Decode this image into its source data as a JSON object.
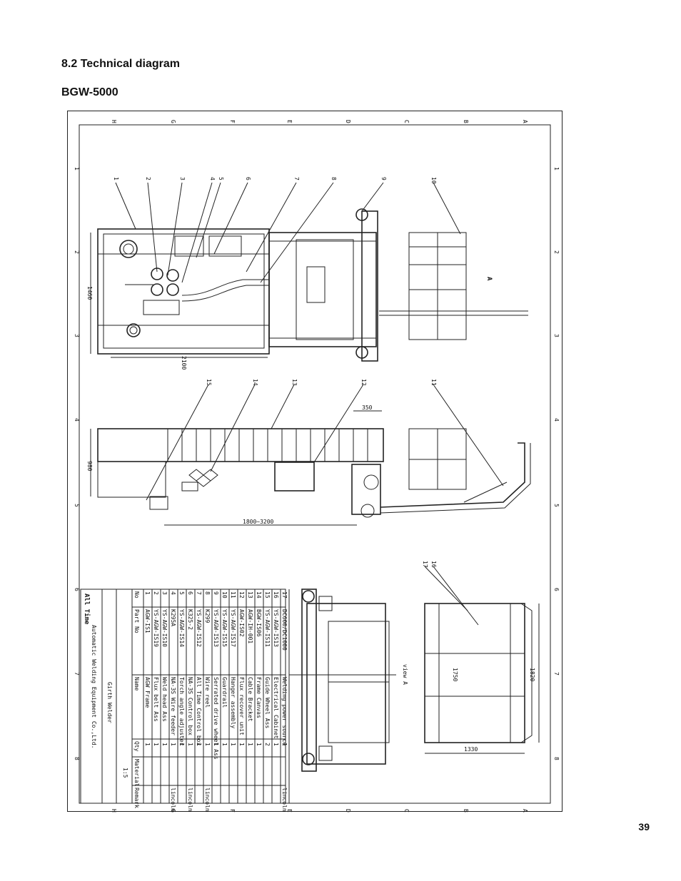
{
  "section_title": "8.2 Technical diagram",
  "model_title": "BGW-5000",
  "page_number": "39",
  "drawing": {
    "grid_letters": [
      "H",
      "G",
      "F",
      "E",
      "D",
      "C",
      "B",
      "A"
    ],
    "grid_numbers": [
      "1",
      "2",
      "3",
      "4",
      "5",
      "6",
      "7",
      "8"
    ],
    "balloons": [
      "1",
      "2",
      "3",
      "4",
      "5",
      "6",
      "7",
      "8",
      "9",
      "10",
      "11",
      "12",
      "13",
      "14",
      "15",
      "16",
      "17"
    ],
    "dimensions": {
      "width_top": "2100",
      "height_top": "1460",
      "width_side": "980",
      "reach": "1800~3200",
      "offset": "350",
      "view_w1": "1750",
      "view_w2": "1820",
      "view_h": "1330"
    },
    "view_label": "A",
    "view_caption": "view A",
    "bom_headers": [
      "No",
      "Part No",
      "Name",
      "Qty",
      "Material",
      "Remark"
    ],
    "bom_rows": [
      {
        "no": "17",
        "part": "DC600/DC1000",
        "name": "Welding power source",
        "qty": "1",
        "remark": "lincoln"
      },
      {
        "no": "16",
        "part": "YS-AGW-IS13",
        "name": "Electrical Cabinet",
        "qty": "1",
        "remark": ""
      },
      {
        "no": "15",
        "part": "YS-AGW-IS11",
        "name": "Guide Wheel Ass",
        "qty": "2",
        "remark": ""
      },
      {
        "no": "14",
        "part": "BGW-IS06",
        "name": "Frame Canvas",
        "qty": "1",
        "remark": ""
      },
      {
        "no": "13",
        "part": "AGW-IH-001",
        "name": "Cable Bracket",
        "qty": "1",
        "remark": ""
      },
      {
        "no": "12",
        "part": "AGW-IS02",
        "name": "Flux recover unit",
        "qty": "1",
        "remark": ""
      },
      {
        "no": "11",
        "part": "YS-AGW-IS17",
        "name": "Hanger assembly",
        "qty": "1",
        "remark": ""
      },
      {
        "no": "10",
        "part": "YS-AGW-IS15",
        "name": "Guardrail",
        "qty": "1",
        "remark": ""
      },
      {
        "no": "9",
        "part": "YS-AGW-IS13",
        "name": "Serrated drive wheel Ass",
        "qty": "1",
        "remark": ""
      },
      {
        "no": "8",
        "part": "K299",
        "name": "Wire reel",
        "qty": "1",
        "remark": "lincoln"
      },
      {
        "no": "7",
        "part": "YS-AGW-IS12",
        "name": "All Time Control box",
        "qty": "1",
        "remark": ""
      },
      {
        "no": "6",
        "part": "K325-2",
        "name": "NA-3S Control box",
        "qty": "1",
        "remark": "lincoln"
      },
      {
        "no": "5",
        "part": "YS-AGW-IS14",
        "name": "Torch angle adjuster",
        "qty": "1",
        "remark": ""
      },
      {
        "no": "4",
        "part": "K295A",
        "name": "NA-3S Wire feeder",
        "qty": "1",
        "remark": "lincoln"
      },
      {
        "no": "3",
        "part": "YS-AGW-IS10",
        "name": "Weld head Ass",
        "qty": "1",
        "remark": ""
      },
      {
        "no": "2",
        "part": "YS-AGW-IS19",
        "name": "Flux belt Ass",
        "qty": "1",
        "remark": ""
      },
      {
        "no": "1",
        "part": "AGW-IS1",
        "name": "AGW Frame",
        "qty": "1",
        "remark": ""
      }
    ],
    "title_block": {
      "company": "All Time",
      "company_sub": "Automatic Welding Equipment Co.,Ltd.",
      "product": "Girth Welder",
      "scale": "1:5"
    }
  }
}
